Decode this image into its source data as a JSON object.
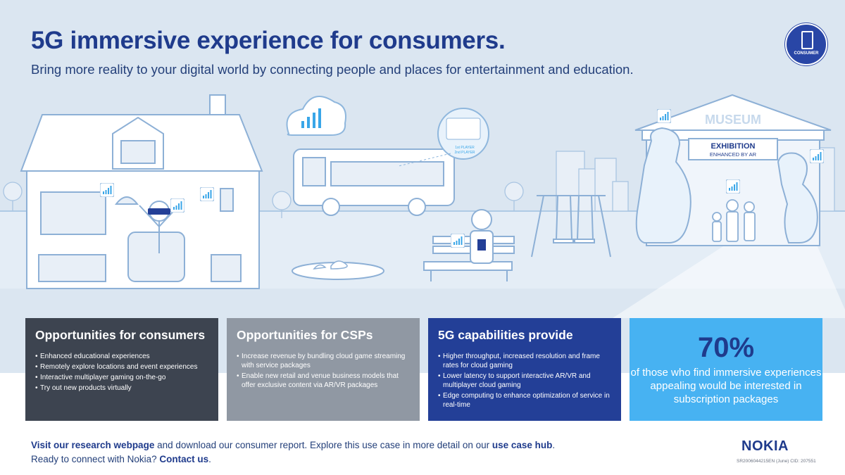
{
  "header": {
    "title": "5G immersive experience for consumers.",
    "subtitle": "Bring more reality to your digital world by connecting people and places for entertainment and education."
  },
  "badge": {
    "label": "CONSUMER",
    "icon": "smartphone-icon"
  },
  "illustration": {
    "museum_sign": "MUSEUM",
    "exhibition_title": "EXHIBITION",
    "exhibition_subtitle": "ENHANCED BY AR",
    "player_labels": [
      "1st PLAYER",
      "2nd PLAYER"
    ]
  },
  "panels": [
    {
      "title": "Opportunities for consumers",
      "items": [
        "Enhanced educational experiences",
        "Remotely explore locations and event experiences",
        "Interactive multiplayer gaming on-the-go",
        "Try out new products virtually"
      ]
    },
    {
      "title": "Opportunities for CSPs",
      "items": [
        "Increase revenue by bundling cloud game streaming with service packages",
        "Enable new retail and venue business models that offer exclusive content via AR/VR packages"
      ]
    },
    {
      "title": "5G capabilities provide",
      "items": [
        "Higher throughput, increased resolution and frame rates for cloud gaming",
        "Lower latency to support interactive AR/VR and multiplayer cloud gaming",
        "Edge computing to enhance optimization of service in real-time"
      ]
    }
  ],
  "stat": {
    "number": "70%",
    "text": "of those who find immersive experiences appealing would be interested in subscription packages"
  },
  "footer": {
    "line1_link1": "Visit our research webpage",
    "line1_text": " and download our consumer report. Explore this use case in more detail on our ",
    "line1_link2": "use case hub",
    "line1_end": ".",
    "line2_text": "Ready to connect with Nokia? ",
    "line2_link": "Contact us",
    "line2_end": "."
  },
  "logo": "NOKIA",
  "doc_code": "SR2006044215EN (June) CID: 207551",
  "colors": {
    "brand_blue": "#1f3b8c",
    "panel_dark": "#3d4450",
    "panel_grey": "#9098a3",
    "panel_navy": "#233f97",
    "panel_cyan": "#47b2f2",
    "scene_bg": "#dbe6f1"
  }
}
